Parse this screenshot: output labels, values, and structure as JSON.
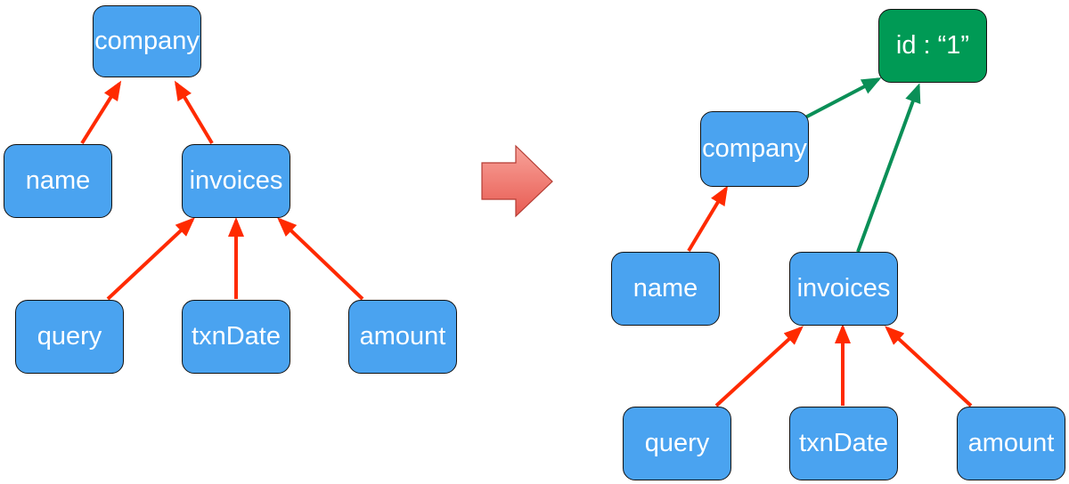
{
  "colors": {
    "node_fill": "#4aa3f0",
    "id_node_fill": "#009a55",
    "node_border": "#111111",
    "node_text": "#ffffff",
    "child_parent_arrow": "#ff2a00",
    "id_arrow": "#0a8f57",
    "transform_arrow_top": "#f8a39a",
    "transform_arrow_bottom": "#e85b52",
    "transform_arrow_border": "#b33b32"
  },
  "before": {
    "company": "company",
    "name": "name",
    "invoices": "invoices",
    "query": "query",
    "txnDate": "txnDate",
    "amount": "amount"
  },
  "after": {
    "id": "id : “1”",
    "company": "company",
    "name": "name",
    "invoices": "invoices",
    "query": "query",
    "txnDate": "txnDate",
    "amount": "amount"
  },
  "icons": {
    "transform": "right-arrow-icon"
  }
}
